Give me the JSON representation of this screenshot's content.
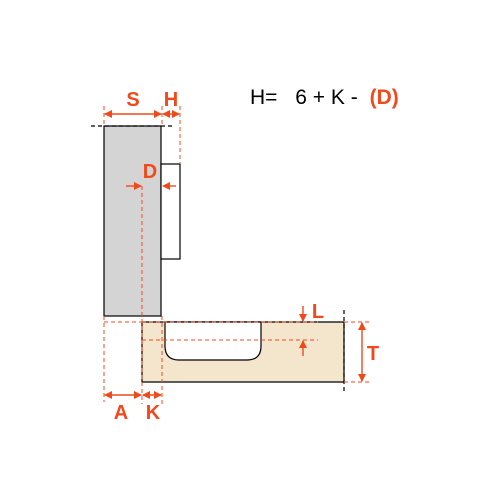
{
  "formula": {
    "prefix": "H=",
    "expression": "6 + K -",
    "highlight": "(D)"
  },
  "labels": {
    "S": "S",
    "H": "H",
    "D": "D",
    "L": "L",
    "T": "T",
    "A": "A",
    "K": "K"
  },
  "colors": {
    "dimension": "#f04a1c",
    "door_fill": "#d4d4d4",
    "panel_fill": "#f4e6cc",
    "outline": "#000000"
  }
}
